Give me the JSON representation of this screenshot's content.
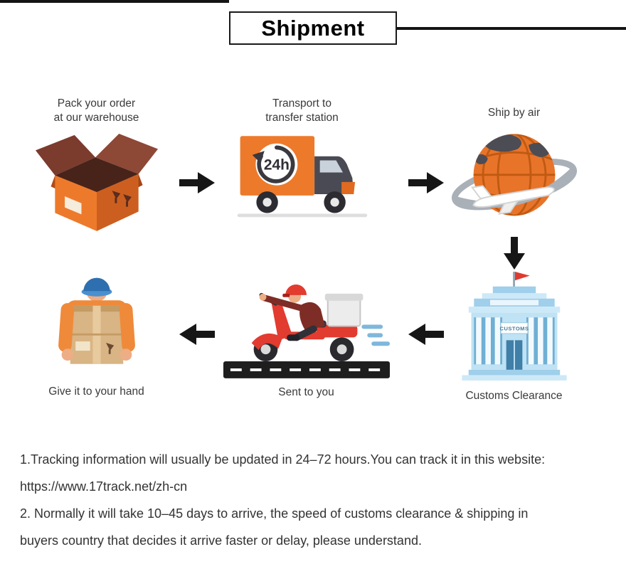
{
  "title": "Shipment",
  "flow": {
    "pack": {
      "label_line1": "Pack your order",
      "label_line2": "at our warehouse"
    },
    "transport": {
      "label_line1": "Transport to",
      "label_line2": "transfer station",
      "truck_badge": "24h"
    },
    "air": {
      "label": "Ship by air"
    },
    "customs": {
      "label": "Customs Clearance",
      "building_sign": "CUSTOMS"
    },
    "sent": {
      "label": "Sent to you"
    },
    "hand": {
      "label": "Give it to your hand"
    }
  },
  "notes": [
    "1.Tracking information will usually be updated in 24–72 hours.You can track it in this website:",
    "https://www.17track.net/zh-cn",
    "2. Normally it will take 10–45 days to arrive, the speed of customs clearance & shipping in",
    "buyers country that decides it arrive faster or delay, please understand."
  ],
  "icons": {
    "pack": "open-cardboard-box-icon",
    "transport": "delivery-truck-24h-icon",
    "air": "globe-with-airplane-icon",
    "customs": "customs-building-icon",
    "sent": "delivery-scooter-icon",
    "hand": "courier-holding-box-icon"
  },
  "colors": {
    "accent_orange": "#ED7A2B",
    "box_brown": "#7B3B2D",
    "scooter_red": "#E23B30",
    "customs_blue": "#BFE2F4",
    "flag_red": "#E03A2F",
    "arrow_black": "#161616",
    "note_text": "#333333"
  }
}
